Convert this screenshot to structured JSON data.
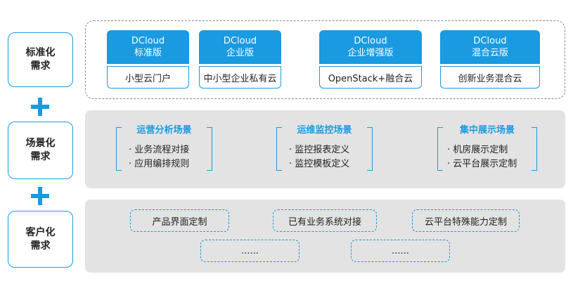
{
  "requirements": [
    {
      "label": "标准化\n需求"
    },
    {
      "label": "场景化\n需求"
    },
    {
      "label": "客户化\n需求"
    }
  ],
  "products": [
    {
      "line1": "DCloud",
      "line2": "标准版",
      "desc": "小型云门户"
    },
    {
      "line1": "DCloud",
      "line2": "企业版",
      "desc": "中小型企业私有云"
    },
    {
      "line1": "DCloud",
      "line2": "企业增强版",
      "desc": "OpenStack+融合云"
    },
    {
      "line1": "DCloud",
      "line2": "混合云版",
      "desc": "创新业务混合云"
    }
  ],
  "scenes": [
    {
      "title": "运营分析场景",
      "items": [
        "· 业务流程对接",
        "· 应用编排规则"
      ]
    },
    {
      "title": "运维监控场景",
      "items": [
        "· 监控报表定义",
        "· 监控模板定义"
      ]
    },
    {
      "title": "集中展示场景",
      "items": [
        "· 机房展示定制",
        "· 云平台展示定制"
      ]
    }
  ],
  "customizations": [
    {
      "label": "产品界面定制"
    },
    {
      "label": "已有业务系统对接"
    },
    {
      "label": "云平台特殊能力定制"
    },
    {
      "label": "......"
    },
    {
      "label": "......"
    }
  ],
  "colors": {
    "accent": "#1a9ae0",
    "panel": "#e3e3e3",
    "frame": "#8a8a8a"
  }
}
